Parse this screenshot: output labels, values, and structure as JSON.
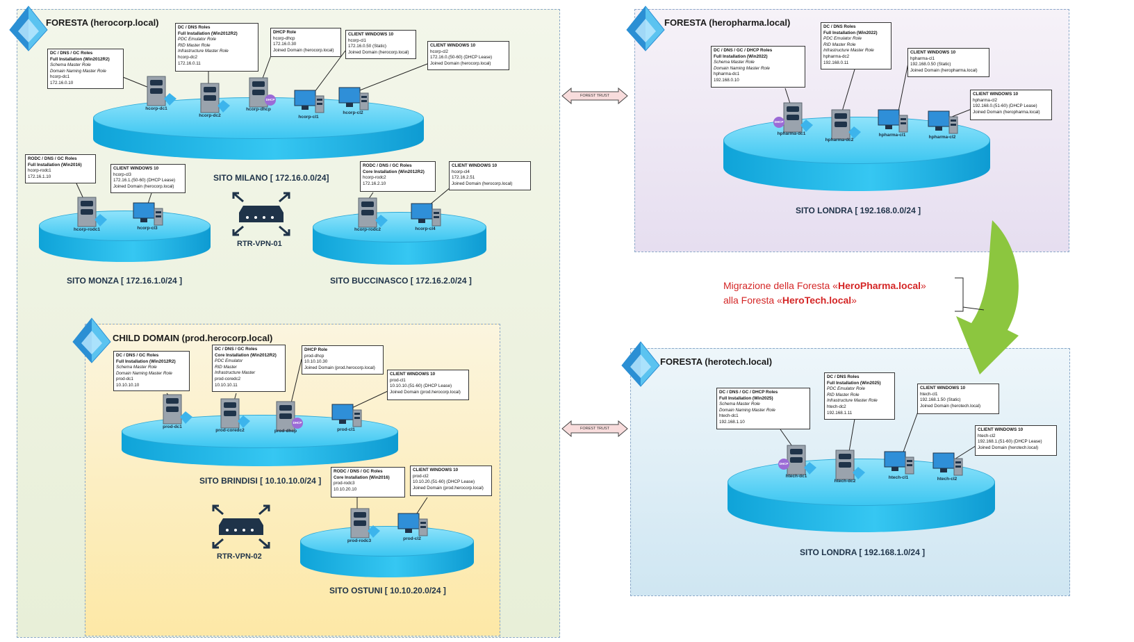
{
  "forests": {
    "herocorp": {
      "title": "FORESTA (herocorp.local)"
    },
    "child": {
      "title": "CHILD DOMAIN (prod.herocorp.local)"
    },
    "heropharma": {
      "title": "FORESTA (heropharma.local)"
    },
    "herotech": {
      "title": "FORESTA (herotech.local)"
    }
  },
  "sites": {
    "milano": "SITO MILANO [ 172.16.0.0/24]",
    "monza": "SITO MONZA [ 172.16.1.0/24 ]",
    "buccinasco": "SITO BUCCINASCO [ 172.16.2.0/24 ]",
    "brindisi": "SITO BRINDISI [ 10.10.10.0/24 ]",
    "ostuni": "SITO OSTUNI [ 10.10.20.0/24 ]",
    "londra1": "SITO LONDRA [ 192.168.0.0/24 ]",
    "londra2": "SITO LONDRA [ 192.168.1.0/24 ]"
  },
  "routers": {
    "r1": "RTR-VPN-01",
    "r2": "RTR-VPN-02"
  },
  "trust": {
    "t1": "FOREST TRUST",
    "t2": "FOREST TRUST"
  },
  "dhcp_badge": "DHCP",
  "migration": {
    "l1_pre": "Migrazione della Foresta «",
    "l1_bold": "HeroPharma.local",
    "l1_post": "»",
    "l2_pre": "alla Foresta «",
    "l2_bold": "HeroTech.local",
    "l2_post": "»"
  },
  "devices": {
    "hcorp_dc1": "hcorp-dc1",
    "hcorp_dc2": "hcorp-dc2",
    "hcorp_dhcp": "hcorp-dhcp",
    "hcorp_cl1": "hcorp-cl1",
    "hcorp_cl2": "hcorp-cl2",
    "hcorp_rodc1": "hcorp-rodc1",
    "hcorp_cl3": "hcorp-cl3",
    "hcorp_rodc2": "hcorp-rodc2",
    "hcorp_cl4": "hcorp-cl4",
    "prod_dc1": "prod-dc1",
    "prod_coredc2": "prod-coredc2",
    "prod_dhcp": "prod-dhcp",
    "prod_cl1": "prod-cl1",
    "prod_rodc3": "prod-rodc3",
    "prod_cl2": "prod-cl2",
    "hpharma_dc1": "hpharma-dc1",
    "hpharma_dc2": "hpharma-dc2",
    "hpharma_cl1": "hpharma-cl1",
    "hpharma_cl2": "hpharma-cl2",
    "htech_dc1": "htech-dc1",
    "htech_dc2": "htech-dc2",
    "htech_cl1": "htech-cl1",
    "htech_cl2": "htech-cl2"
  },
  "boxes": {
    "hcorp_dc1": [
      "DC / DNS / GC Roles",
      "Full Installation (Win2012R2)",
      "Schema Master Role",
      "Domain Naming Master Role",
      "hcorp-dc1",
      "172.16.0.10"
    ],
    "hcorp_dc2": [
      "DC / DNS Roles",
      "Full Installation (Win2012R2)",
      "PDC Emulator Role",
      "RID Master Role",
      "Infrastructure Master Role",
      "hcorp-dc2",
      "172.16.0.11"
    ],
    "hcorp_dhcp": [
      "DHCP Role",
      "hcorp-dhcp",
      "172.16.0.30",
      "Joined Domain (herocorp.local)"
    ],
    "hcorp_cl1": [
      "CLIENT WINDOWS 10",
      "hcorp-cl1",
      "172.16.0.50 (Static)",
      "Joined Domain (herocorp.local)"
    ],
    "hcorp_cl2": [
      "CLIENT WINDOWS 10",
      "hcorp-cl2",
      "172.16.0.(50-60) (DHCP Lease)",
      "Joined Domain (herocorp.local)"
    ],
    "hcorp_rodc1": [
      "RODC / DNS / GC Roles",
      "Full Installation (Win2016)",
      "hcorp-rodc1",
      "172.16.1.10"
    ],
    "hcorp_cl3": [
      "CLIENT WINDOWS 10",
      "hcorp-cl3",
      "172.16.1.(50-60) (DHCP Lease)",
      "Joined Domain (herocorp.local)"
    ],
    "hcorp_rodc2": [
      "RODC / DNS / GC Roles",
      "Core Installation (Win2012R2)",
      "hcorp-rodc2",
      "172.16.2.10"
    ],
    "hcorp_cl4": [
      "CLIENT WINDOWS 10",
      "hcorp-cl4",
      "172.16.2.51",
      "Joined Domain (herocorp.local)"
    ],
    "prod_dc1": [
      "DC / DNS / GC Roles",
      "Full Installation (Win2012R2)",
      "Schema Master Role",
      "Domain Naming Master Role",
      "prod-dc1",
      "10.10.10.10"
    ],
    "prod_coredc2": [
      "DC / DNS / GC Roles",
      "Core Installation (Win2012R2)",
      "PDC Emulator",
      "RID Master",
      "Infrastructure Master",
      "prod-coredc2",
      "10.10.10.11"
    ],
    "prod_dhcp": [
      "DHCP Role",
      "prod-dhcp",
      "10.10.10.30",
      "Joined Domain (prod.herocorp.local)"
    ],
    "prod_cl1": [
      "CLIENT WINDOWS 10",
      "prod-cl1",
      "10.10.10.(51-60) (DHCP Lease)",
      "Joined Domain (prod.herocorp.local)"
    ],
    "prod_rodc3": [
      "RODC / DNS / GC Roles",
      "Core Installation (Win2016)",
      "prod-rodc3",
      "10.10.20.10"
    ],
    "prod_cl2": [
      "CLIENT WINDOWS 10",
      "prod-cl2",
      "10.10.20.(51-60) (DHCP Lease)",
      "Joined Domain (prod.herocorp.local)"
    ],
    "hpharma_dc1": [
      "DC / DNS / GC / DHCP Roles",
      "Full Installation (Win2022)",
      "Schema Master Role",
      "Domain Naming Master Role",
      "hpharma-dc1",
      "192.168.0.10"
    ],
    "hpharma_dc2": [
      "DC / DNS Roles",
      "Full Installation (Win2022)",
      "PDC Emulator Role",
      "RID Master Role",
      "Infrastructure Master Role",
      "hpharma-dc2",
      "192.168.0.11"
    ],
    "hpharma_cl1": [
      "CLIENT WINDOWS 10",
      "hpharma-cl1",
      "192.168.0.50 (Static)",
      "Joined Domain (heropharma.local)"
    ],
    "hpharma_cl2": [
      "CLIENT WINDOWS 10",
      "hpharma-cl2",
      "192.168.0.(51-60) (DHCP Lease)",
      "Joined Domain (heropharma.local)"
    ],
    "htech_dc1": [
      "DC / DNS / GC / DHCP Roles",
      "Full Installation (Win2025)",
      "Schema Master Role",
      "Domain Naming Master Role",
      "htech-dc1",
      "192.168.1.10"
    ],
    "htech_dc2": [
      "DC / DNS Roles",
      "Full Installation (Win2025)",
      "PDC Emulator Role",
      "RID Master Role",
      "Infrastructure Master Role",
      "htech-dc2",
      "192.168.1.11"
    ],
    "htech_cl1": [
      "CLIENT WINDOWS 10",
      "htech-cl1",
      "192.168.1.50 (Static)",
      "Joined Domain (herotech.local)"
    ],
    "htech_cl2": [
      "CLIENT WINDOWS 10",
      "htech-cl2",
      "192.168.1.(51-60) (DHCP Lease)",
      "Joined Domain (herotech.local)"
    ]
  }
}
